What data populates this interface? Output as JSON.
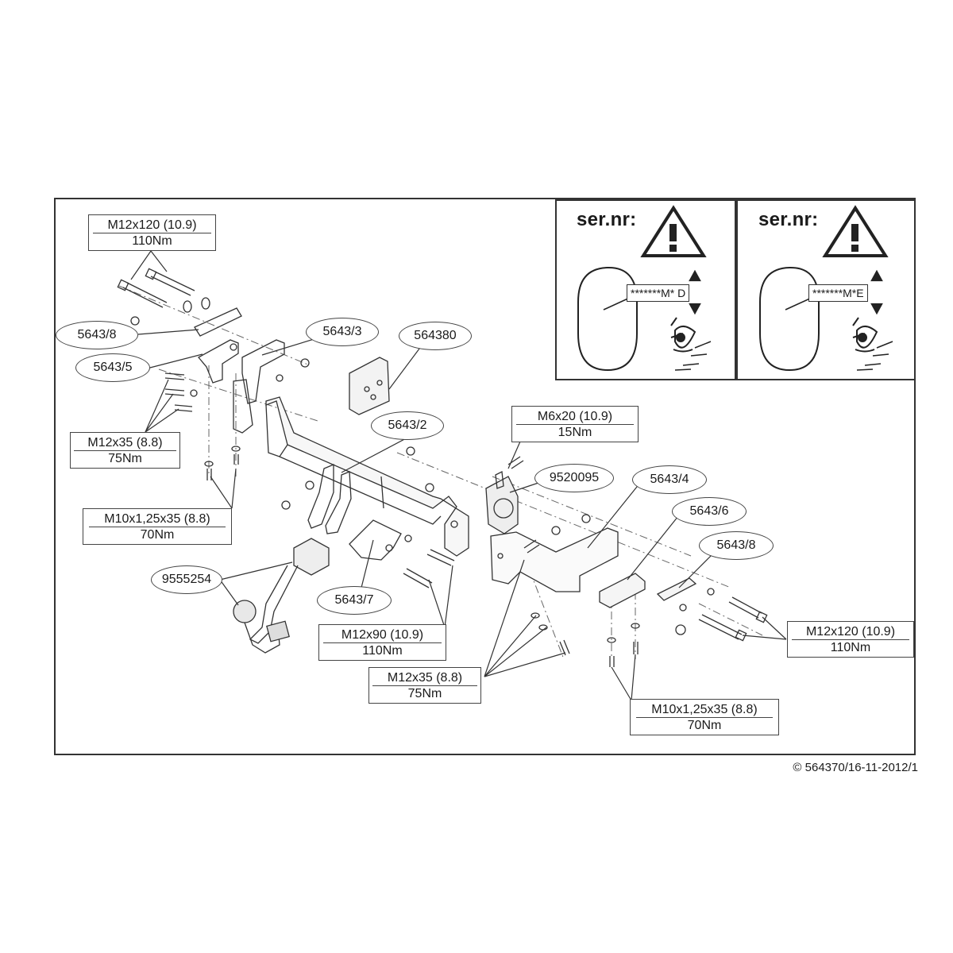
{
  "labels": {
    "spec_top_left": {
      "size": "M12x120 (10.9)",
      "torque": "110Nm"
    },
    "spec_left_mid": {
      "size": "M12x35 (8.8)",
      "torque": "75Nm"
    },
    "spec_left_low": {
      "size": "M10x1,25x35 (8.8)",
      "torque": "70Nm"
    },
    "spec_m6": {
      "size": "M6x20 (10.9)",
      "torque": "15Nm"
    },
    "spec_m12x90": {
      "size": "M12x90 (10.9)",
      "torque": "110Nm"
    },
    "spec_bottom_mid": {
      "size": "M12x35 (8.8)",
      "torque": "75Nm"
    },
    "spec_right": {
      "size": "M12x120 (10.9)",
      "torque": "110Nm"
    },
    "spec_bottom_right": {
      "size": "M10x1,25x35 (8.8)",
      "torque": "70Nm"
    }
  },
  "parts": {
    "p5643_8_left": "5643/8",
    "p5643_5": "5643/5",
    "p5643_3": "5643/3",
    "p564380": "564380",
    "p5643_2": "5643/2",
    "p9520095": "9520095",
    "p5643_4": "5643/4",
    "p5643_6": "5643/6",
    "p5643_8_right": "5643/8",
    "p9555254": "9555254",
    "p5643_7": "5643/7"
  },
  "warning_panels": [
    {
      "title": "ser.nr:",
      "serial": "*******M* D"
    },
    {
      "title": "ser.nr:",
      "serial": "*******M*E"
    }
  ],
  "copyright": "© 564370/16-11-2012/1"
}
